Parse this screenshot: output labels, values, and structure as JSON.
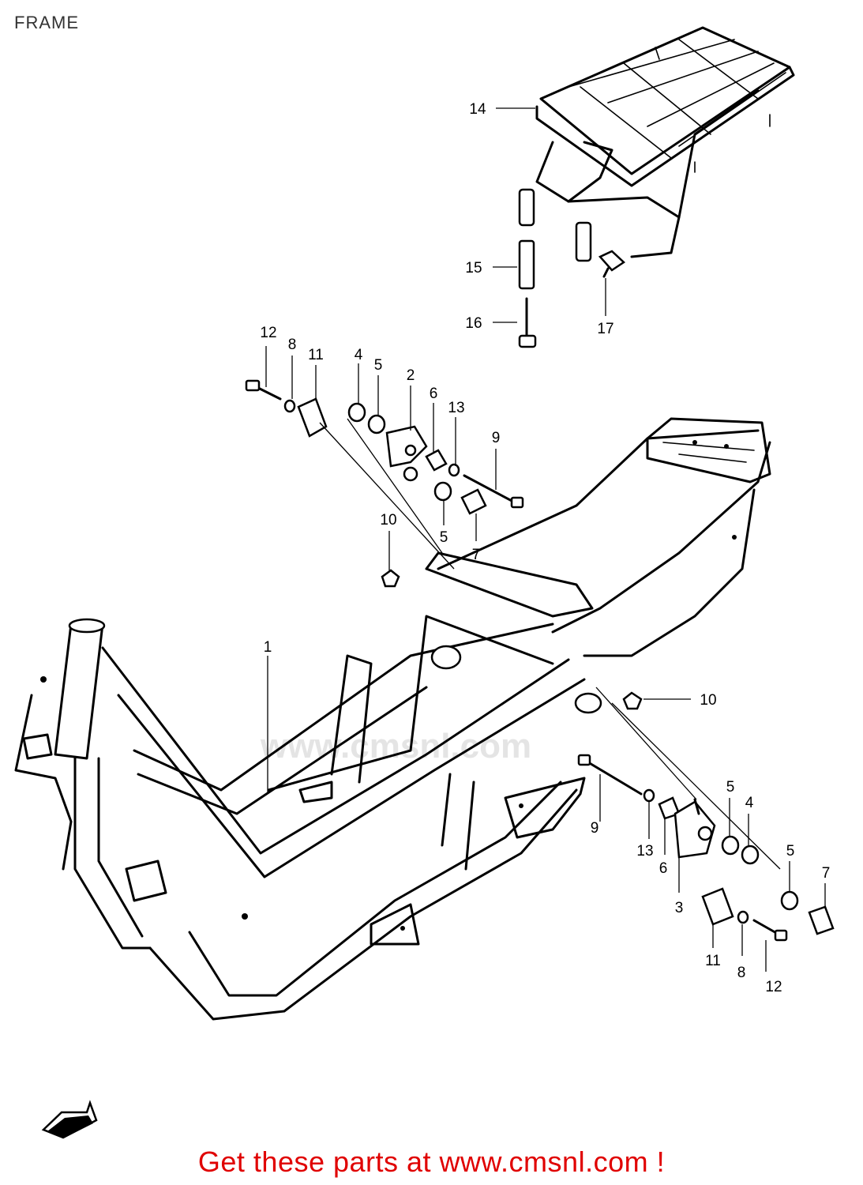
{
  "title": "FRAME",
  "watermark": "www.cmsnl.com",
  "cta_link": "Get these parts at www.cmsnl.com !",
  "accent_color": "#e00000",
  "callouts": {
    "c1": "1",
    "c2": "2",
    "c3": "3",
    "c4a": "4",
    "c4b": "4",
    "c5a": "5",
    "c5b": "5",
    "c5c": "5",
    "c5d": "5",
    "c6a": "6",
    "c6b": "6",
    "c7a": "7",
    "c7b": "7",
    "c8a": "8",
    "c8b": "8",
    "c9a": "9",
    "c9b": "9",
    "c10a": "10",
    "c10b": "10",
    "c11a": "11",
    "c11b": "11",
    "c12a": "12",
    "c12b": "12",
    "c13a": "13",
    "c13b": "13",
    "c14": "14",
    "c15": "15",
    "c16": "16",
    "c17": "17"
  },
  "icons": {
    "direction_arrow": "forward-direction-arrow-icon"
  }
}
